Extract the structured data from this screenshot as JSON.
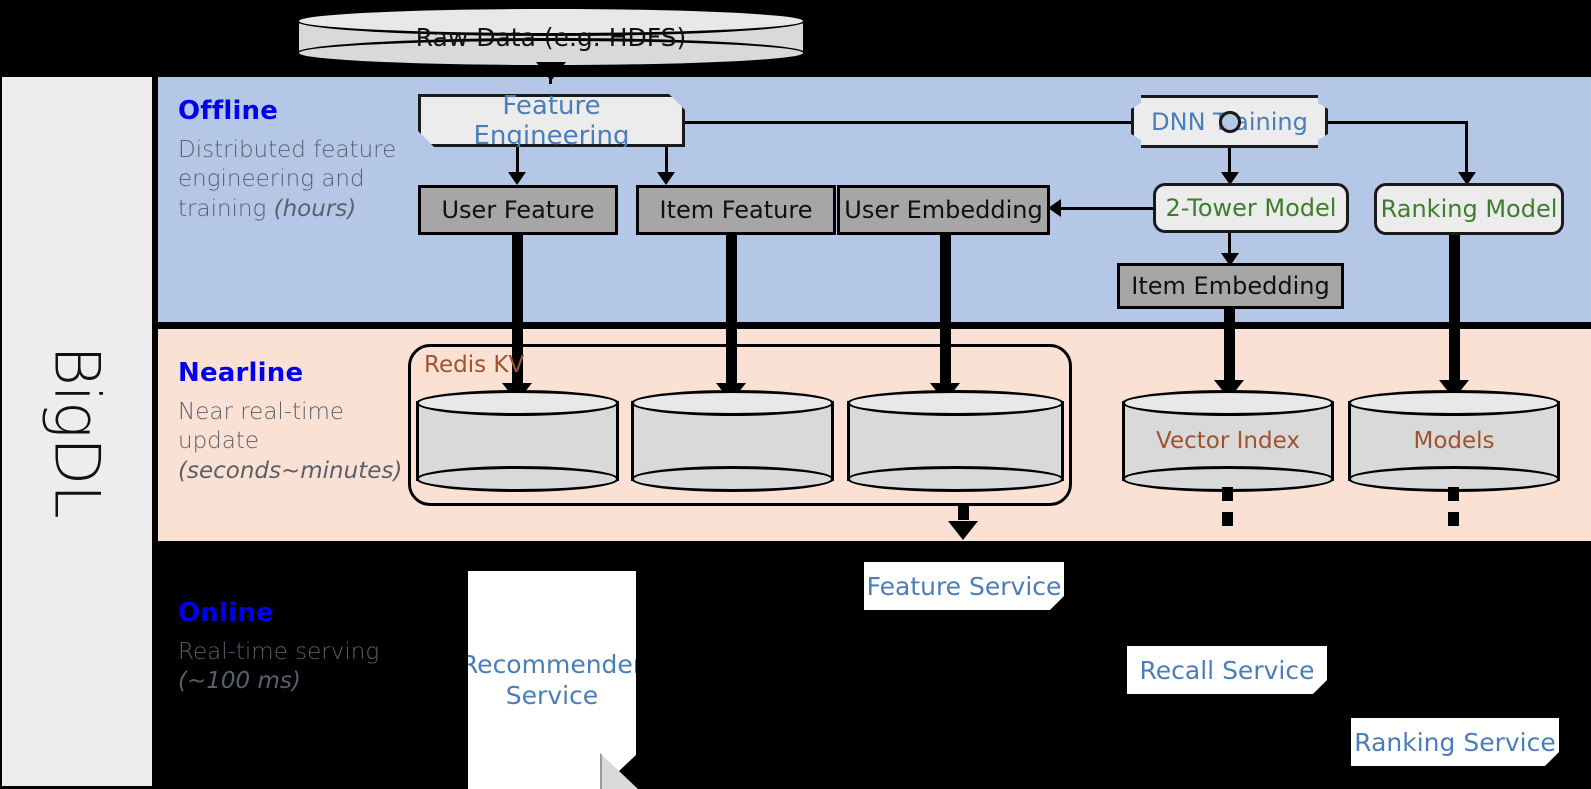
{
  "sidebar": {
    "label": "BigDL"
  },
  "bands": [
    {
      "key": "offline",
      "title": "Offline",
      "desc_line1": "Distributed feature engineering and training ",
      "desc_italic": "(hours)"
    },
    {
      "key": "nearline",
      "title": "Nearline",
      "desc_line1": "Near real-time update ",
      "desc_italic": "(seconds~minutes)"
    },
    {
      "key": "online",
      "title": "Online",
      "desc_line1": "Real-time serving ",
      "desc_italic": "(~100 ms)"
    }
  ],
  "nodes": {
    "raw_data": "Raw Data (e.g. HDFS)",
    "feature_engineering": "Feature Engineering",
    "dnn_training": "DNN Training",
    "user_feature": "User Feature",
    "item_feature": "Item Feature",
    "user_embedding": "User Embedding",
    "two_tower_model": "2-Tower Model",
    "ranking_model": "Ranking Model",
    "item_embedding": "Item Embedding",
    "redis_kv": "Redis KV",
    "vector_index": "Vector Index",
    "models": "Models",
    "feature_service": "Feature Service",
    "recommender_service_l1": "Recommender",
    "recommender_service_l2": "Service",
    "recall_service": "Recall Service",
    "ranking_service": "Ranking Service"
  },
  "colors": {
    "offline_band": "#b4c7e7",
    "nearline_band": "#fae1d3",
    "online_band": "#000000",
    "sidebar": "#ededed",
    "band_title": "#0000ee",
    "band_desc": "#595f6b",
    "blue_text": "#4a7ebb",
    "green_text": "#3f7d2e",
    "brown_text": "#a0522d",
    "grey_box": "#a6a6a6",
    "light_box": "#ececec",
    "cylinder": "#d9d9d9"
  }
}
